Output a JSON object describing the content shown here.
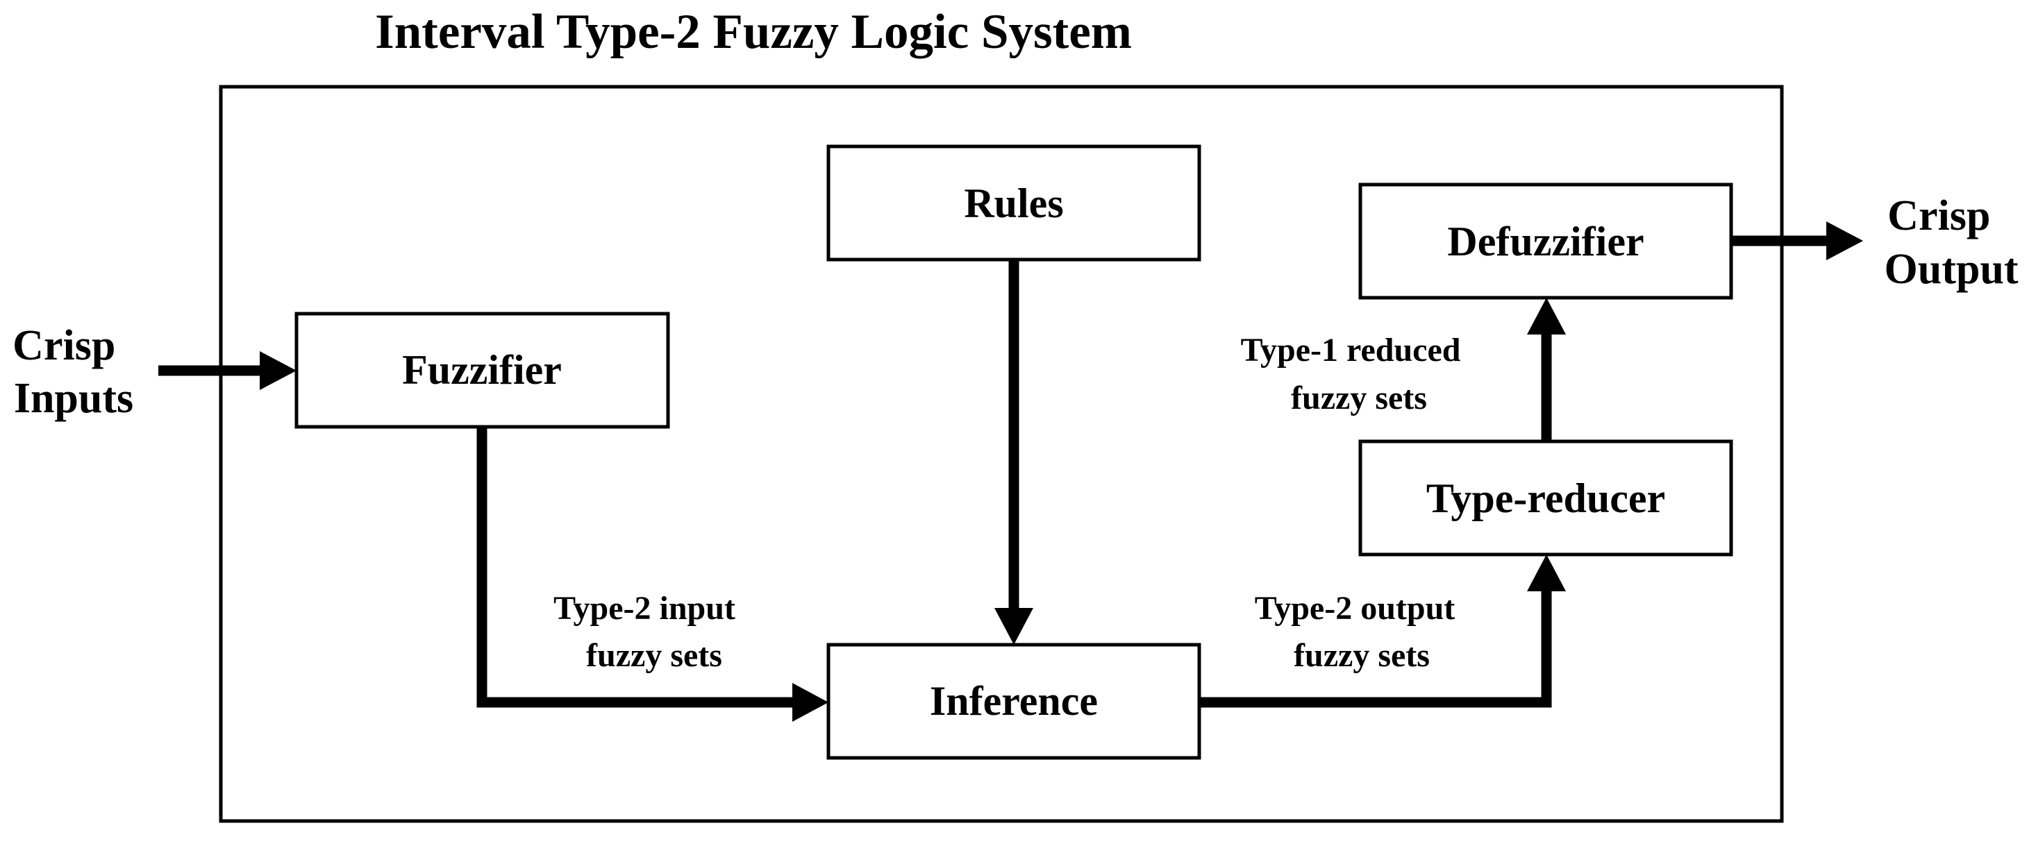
{
  "title": "Interval Type-2 Fuzzy Logic System",
  "inputs": {
    "line1": "Crisp",
    "line2": "Inputs"
  },
  "output": {
    "line1": "Crisp",
    "line2": "Output"
  },
  "blocks": {
    "fuzzifier": "Fuzzifier",
    "rules": "Rules",
    "inference": "Inference",
    "type_reducer": "Type-reducer",
    "defuzzifier": "Defuzzifier"
  },
  "edge_labels": {
    "fuzzifier_to_inference": {
      "line1": "Type-2 input",
      "line2": "fuzzy sets"
    },
    "inference_to_reducer": {
      "line1": "Type-2 output",
      "line2": "fuzzy sets"
    },
    "reducer_to_defuzzifier": {
      "line1": "Type-1 reduced",
      "line2": "fuzzy sets"
    }
  }
}
